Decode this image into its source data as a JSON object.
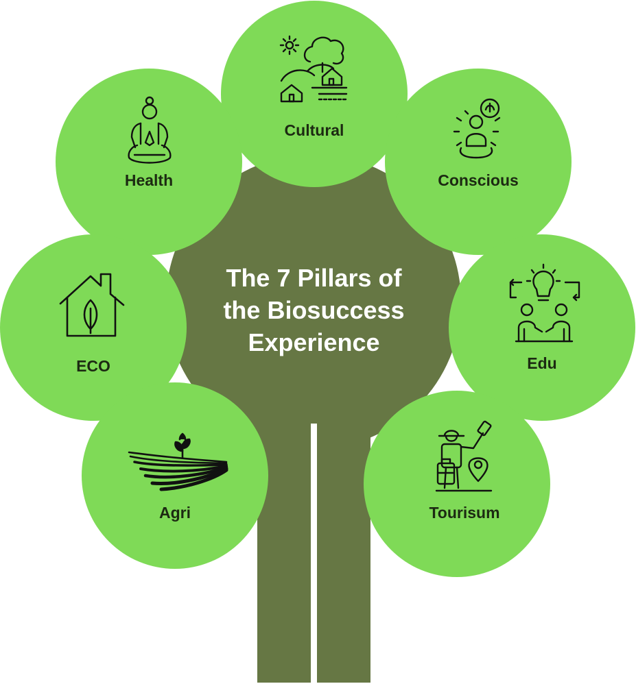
{
  "title": {
    "line1": "The 7 Pillars of",
    "line2": "the Biosuccess",
    "line3": "Experience"
  },
  "pillars": [
    {
      "label": "Cultural",
      "icon": "village-landscape-icon"
    },
    {
      "label": "Health",
      "icon": "meditation-woman-icon"
    },
    {
      "label": "Conscious",
      "icon": "mindful-person-icon"
    },
    {
      "label": "ECO",
      "icon": "eco-house-leaf-icon"
    },
    {
      "label": "Edu",
      "icon": "idea-exchange-icon"
    },
    {
      "label": "Agri",
      "icon": "farm-field-sprout-icon"
    },
    {
      "label": "Tourisum",
      "icon": "traveler-location-icon"
    }
  ],
  "colors": {
    "trunk": "#667744",
    "leaf": "#7fda57",
    "text_dark": "#1c2a12",
    "title_text": "#ffffff"
  }
}
